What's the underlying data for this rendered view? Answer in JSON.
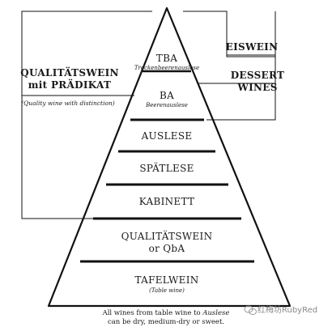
{
  "tiers": [
    {
      "name": "TBA",
      "subtitle": "Trockenbeerenauslese"
    },
    {
      "name": "BA",
      "subtitle": "Beerenauslese"
    },
    {
      "name": "AUSLESE",
      "subtitle": ""
    },
    {
      "name": "SPÄTLESE",
      "subtitle": ""
    },
    {
      "name": "KABINETT",
      "subtitle": ""
    },
    {
      "name": "QUALITÄTSWEIN",
      "name_line2": "or QbA",
      "subtitle": ""
    },
    {
      "name": "TAFELWEIN",
      "subtitle": "(Table wine)"
    }
  ],
  "left_label": {
    "line1": "QUALITÄTSWEIN",
    "line2": "mit PRÄDIKAT",
    "subtitle": "(Quality wine with distinction)"
  },
  "right_labels": {
    "eiswein": "EISWEIN",
    "dessert_line1": "DESSERT",
    "dessert_line2": "WINES"
  },
  "footnote": {
    "line1_pre": "All wines from table wine to ",
    "line1_em": "Auslese",
    "line2": "can be dry, medium-dry or sweet."
  },
  "watermark": {
    "text": "红梅坊RubyRed"
  }
}
